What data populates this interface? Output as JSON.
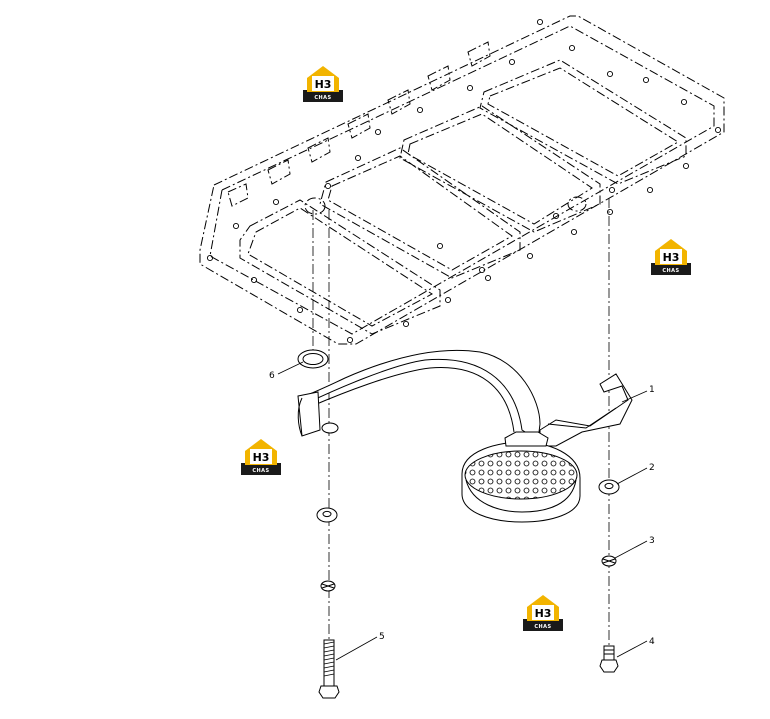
{
  "callouts": {
    "c1": "1",
    "c2": "2",
    "c3": "3",
    "c4": "4",
    "c5": "5",
    "c6": "6"
  },
  "watermark": {
    "top": "H3",
    "bottom": "CHAS"
  },
  "colors": {
    "line": "#000000",
    "logo_yellow": "#f2b400",
    "logo_dark": "#1a1a1a"
  }
}
